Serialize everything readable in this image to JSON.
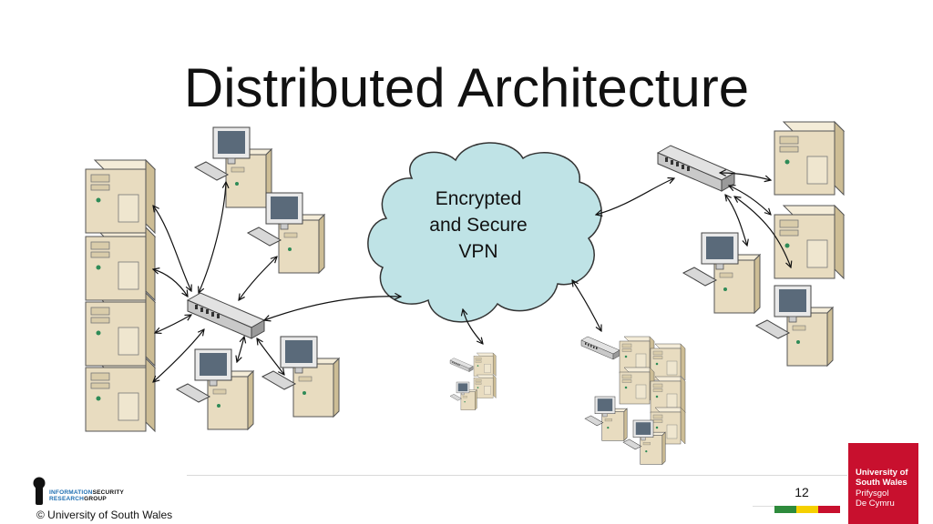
{
  "slide": {
    "title": "Distributed Architecture",
    "page_number": "12",
    "copyright": "© University of South Wales"
  },
  "cloud": {
    "line1": "Encrypted",
    "line2": "and Secure",
    "line3": "VPN"
  },
  "group_logo": {
    "word1a": "INFORMATION",
    "word1b": "SECURITY",
    "word2a": "RESEARCH",
    "word2b": "GROUP"
  },
  "university_logo": {
    "line1": "University of",
    "line2": "South Wales",
    "line3": "Prifysgol",
    "line4": "De Cymru"
  },
  "colors": {
    "cloud_fill": "#bfe3e6",
    "device_beige": "#e8dcc0",
    "accent_red": "#c8102e",
    "strip": [
      "#ffffff",
      "#2e8b3c",
      "#f5d000",
      "#c8102e"
    ]
  }
}
